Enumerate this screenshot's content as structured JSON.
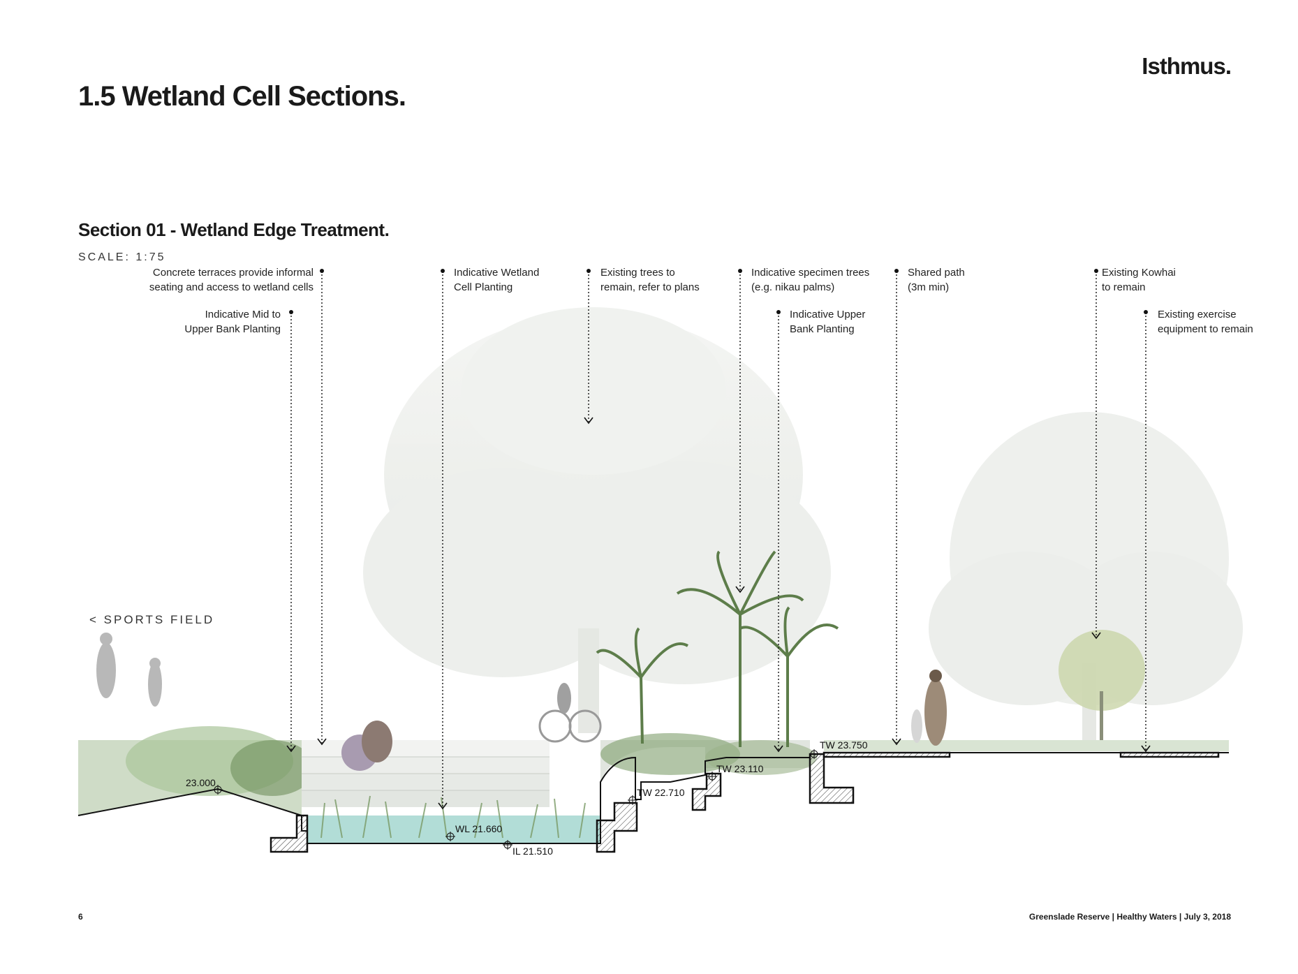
{
  "header": {
    "title": "1.5   Wetland Cell Sections.",
    "brand": "Isthmus."
  },
  "section": {
    "title": "Section 01 - Wetland Edge Treatment.",
    "scale": "SCALE: 1:75"
  },
  "annotations": [
    {
      "id": "terraces",
      "text": "Concrete terraces provide informal\nseating and access to wetland cells"
    },
    {
      "id": "mid-bank",
      "text": "Indicative Mid to\nUpper Bank Planting"
    },
    {
      "id": "wetland-planting",
      "text": "Indicative Wetland\nCell Planting"
    },
    {
      "id": "existing-trees",
      "text": "Existing trees to\nremain, refer to plans"
    },
    {
      "id": "specimen-trees",
      "text": "Indicative specimen trees\n(e.g. nikau palms)"
    },
    {
      "id": "upper-bank",
      "text": "Indicative Upper\nBank Planting"
    },
    {
      "id": "shared-path",
      "text": "Shared path\n(3m min)"
    },
    {
      "id": "kowhai",
      "text": "Existing Kowhai\nto remain"
    },
    {
      "id": "exercise",
      "text": "Existing exercise\nequipment to remain"
    }
  ],
  "direction_label": "< SPORTS FIELD",
  "levels": [
    {
      "id": "l23000",
      "text": "23.000"
    },
    {
      "id": "wl",
      "text": "WL 21.660"
    },
    {
      "id": "il",
      "text": "IL 21.510"
    },
    {
      "id": "tw22710",
      "text": "TW 22.710"
    },
    {
      "id": "tw23110",
      "text": "TW 23.110"
    },
    {
      "id": "tw23750",
      "text": "TW 23.750"
    }
  ],
  "footer": {
    "page_number": "6",
    "project": "Greenslade Reserve | Healthy Waters | July 3, 2018"
  },
  "colors": {
    "water": "#7fc6bc",
    "grass": "#a9c59a",
    "foliage": "#e9ebe8",
    "palm": "#5d7d4a"
  }
}
